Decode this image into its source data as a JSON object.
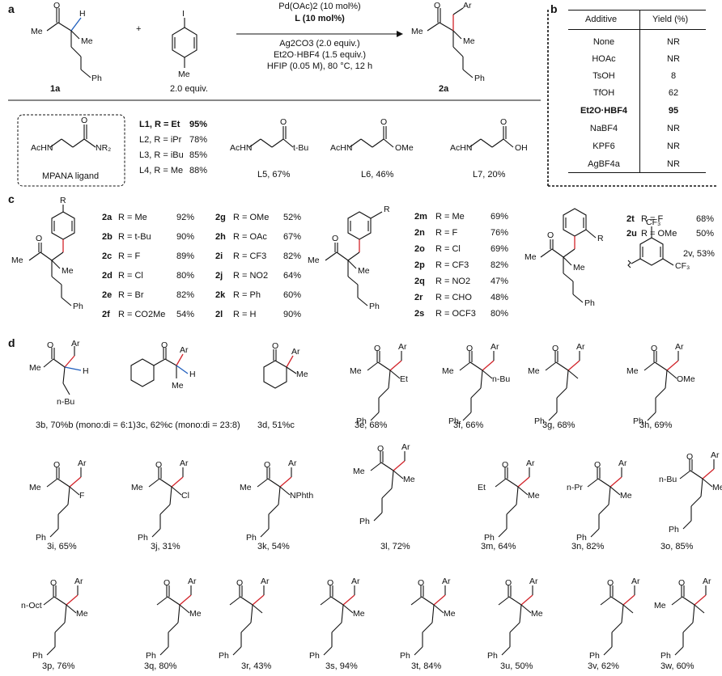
{
  "panels": {
    "a": "a",
    "b": "b",
    "c": "c",
    "d": "d"
  },
  "scheme_a": {
    "sm1": "1a",
    "sm2": "2.0 equiv.",
    "product": "2a",
    "conditions": [
      "Pd(OAc)2 (10 mol%)",
      "L (10 mol%)",
      "Ag2CO3 (2.0 equiv.)",
      "Et2O·HBF4 (1.5 equiv.)",
      "HFIP (0.05 M), 80 °C, 12 h"
    ],
    "plus": "+"
  },
  "ligands": {
    "box_label": "MPANA ligand",
    "list": [
      {
        "name": "L1, R = Et",
        "yield": "95%"
      },
      {
        "name": "L2, R = iPr",
        "yield": "78%"
      },
      {
        "name": "L3, R = iBu",
        "yield": "85%"
      },
      {
        "name": "L4, R = Me",
        "yield": "88%"
      }
    ],
    "L5": "L5, 67%",
    "L6": "L6, 46%",
    "L7": "L7, 20%"
  },
  "table_b": {
    "headers": [
      "Additive",
      "Yield (%)"
    ],
    "rows": [
      [
        "None",
        "NR"
      ],
      [
        "HOAc",
        "NR"
      ],
      [
        "TsOH",
        "8"
      ],
      [
        "TfOH",
        "62"
      ],
      [
        "Et2O·HBF4",
        "95"
      ],
      [
        "NaBF4",
        "NR"
      ],
      [
        "KPF6",
        "NR"
      ],
      [
        "AgBF4a",
        "NR"
      ]
    ]
  },
  "panel_c": {
    "col1": [
      [
        "2a",
        "R = Me",
        "92%"
      ],
      [
        "2b",
        "R = t-Bu",
        "90%"
      ],
      [
        "2c",
        "R = F",
        "89%"
      ],
      [
        "2d",
        "R = Cl",
        "80%"
      ],
      [
        "2e",
        "R = Br",
        "82%"
      ],
      [
        "2f",
        "R = CO2Me",
        "54%"
      ]
    ],
    "col2": [
      [
        "2g",
        "R = OMe",
        "52%"
      ],
      [
        "2h",
        "R = OAc",
        "67%"
      ],
      [
        "2i",
        "R = CF3",
        "82%"
      ],
      [
        "2j",
        "R = NO2",
        "64%"
      ],
      [
        "2k",
        "R = Ph",
        "60%"
      ],
      [
        "2l",
        "R = H",
        "90%"
      ]
    ],
    "col3": [
      [
        "2m",
        "R = Me",
        "69%"
      ],
      [
        "2n",
        "R = F",
        "76%"
      ],
      [
        "2o",
        "R = Cl",
        "69%"
      ],
      [
        "2p",
        "R = CF3",
        "82%"
      ],
      [
        "2q",
        "R = NO2",
        "47%"
      ],
      [
        "2r",
        "R = CHO",
        "48%"
      ],
      [
        "2s",
        "R = OCF3",
        "80%"
      ]
    ],
    "col4": [
      [
        "2t",
        "R = F",
        "68%"
      ],
      [
        "2u",
        "R = OMe",
        "50%"
      ]
    ],
    "2v": "2v, 53%"
  },
  "panel_d": [
    "3b, 70%b (mono:di = 6:1)",
    "3c, 62%c (mono:di = 23:8)",
    "3d, 51%c",
    "3e, 68%",
    "3f, 66%",
    "3g, 68%",
    "3h, 69%",
    "3i, 65%",
    "3j, 31%",
    "3k, 54%",
    "3l, 72%",
    "3m, 64%",
    "3n, 82%",
    "3o, 85%",
    "3p, 76%",
    "3q, 80%",
    "3r, 43%",
    "3s, 94%",
    "3t, 84%",
    "3u, 50%",
    "3v, 62%",
    "3w, 60%"
  ]
}
